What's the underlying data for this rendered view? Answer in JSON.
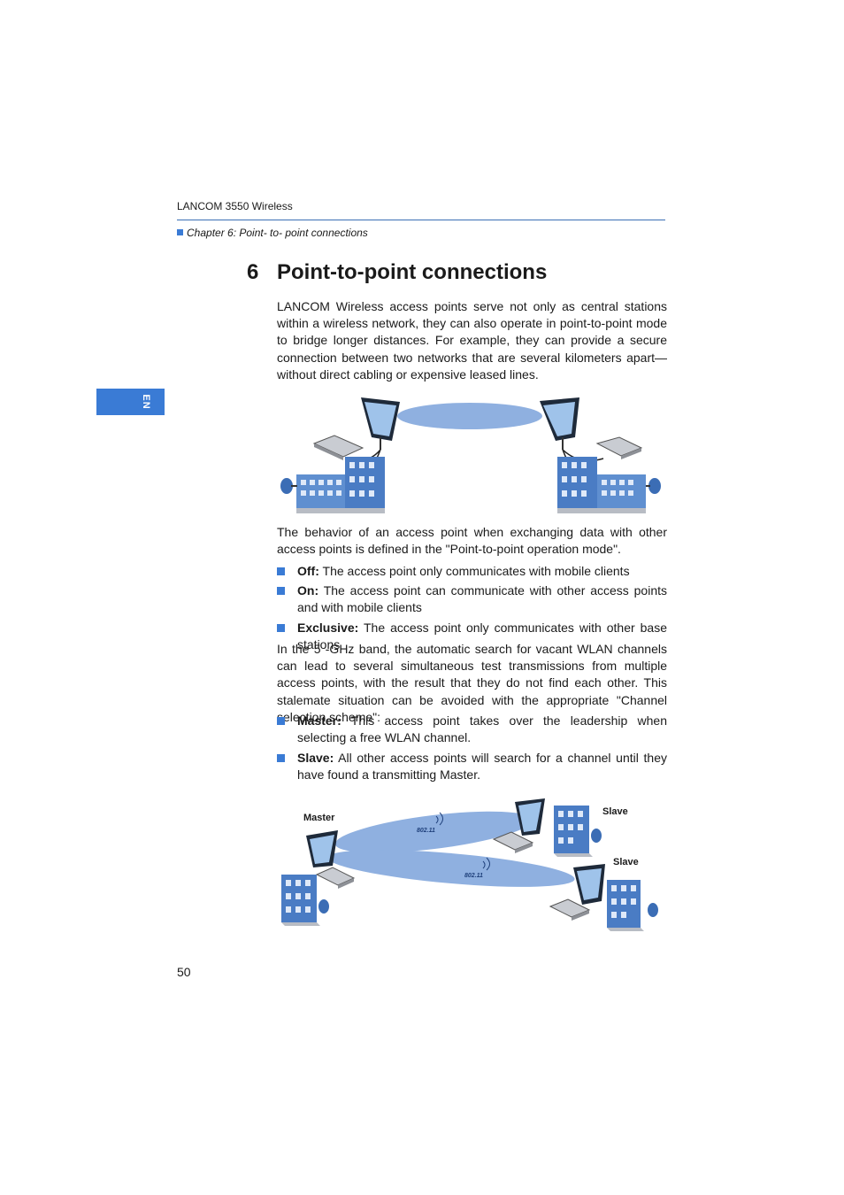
{
  "header": {
    "product": "LANCOM 3550 Wireless",
    "breadcrumb": "Chapter 6: Point- to- point connections"
  },
  "side_tab": {
    "label": "EN"
  },
  "chapter": {
    "number": "6",
    "title": "Point-to-point connections"
  },
  "intro": "LANCOM Wireless access points serve not only as central stations within a wireless network, they can also operate in point-to-point mode to bridge longer distances. For  example, they can provide a secure connection between two networks that are several kilometers apart—without direct cabling or expensive leased lines.",
  "behavior_text": "The behavior of an access point when exchanging data with other access points is defined in the \"Point-to-point operation mode\".",
  "modes": [
    {
      "term": "Off:",
      "text": " The access point only communicates with mobile clients"
    },
    {
      "term": "On:",
      "text": " The access point can communicate with other access points and with mobile clients"
    },
    {
      "term": "Exclusive:",
      "text": " The access point only communicates with other base stations"
    }
  ],
  "band_text": "In the 5 -GHz band, the automatic search for vacant WLAN channels can lead to several simultaneous test transmissions from multiple access points, with the result that they do not find each other. This stalemate situation can be avoided with the appropriate \"Channel selection scheme\":",
  "schemes": [
    {
      "term": "Master:",
      "text": " This access point takes over the leadership when selecting a free WLAN channel."
    },
    {
      "term": "Slave:",
      "text": " All other access points will search for a channel until they have found a transmitting Master."
    }
  ],
  "figure2": {
    "master_label": "Master",
    "slave_label_1": "Slave",
    "slave_label_2": "Slave",
    "logo_1": "802.11",
    "logo_2": "802.11"
  },
  "page_number": "50",
  "colors": {
    "accent": "#3a7bd5",
    "beam": "#8fb0e0",
    "rule": "#3a6fb5"
  }
}
